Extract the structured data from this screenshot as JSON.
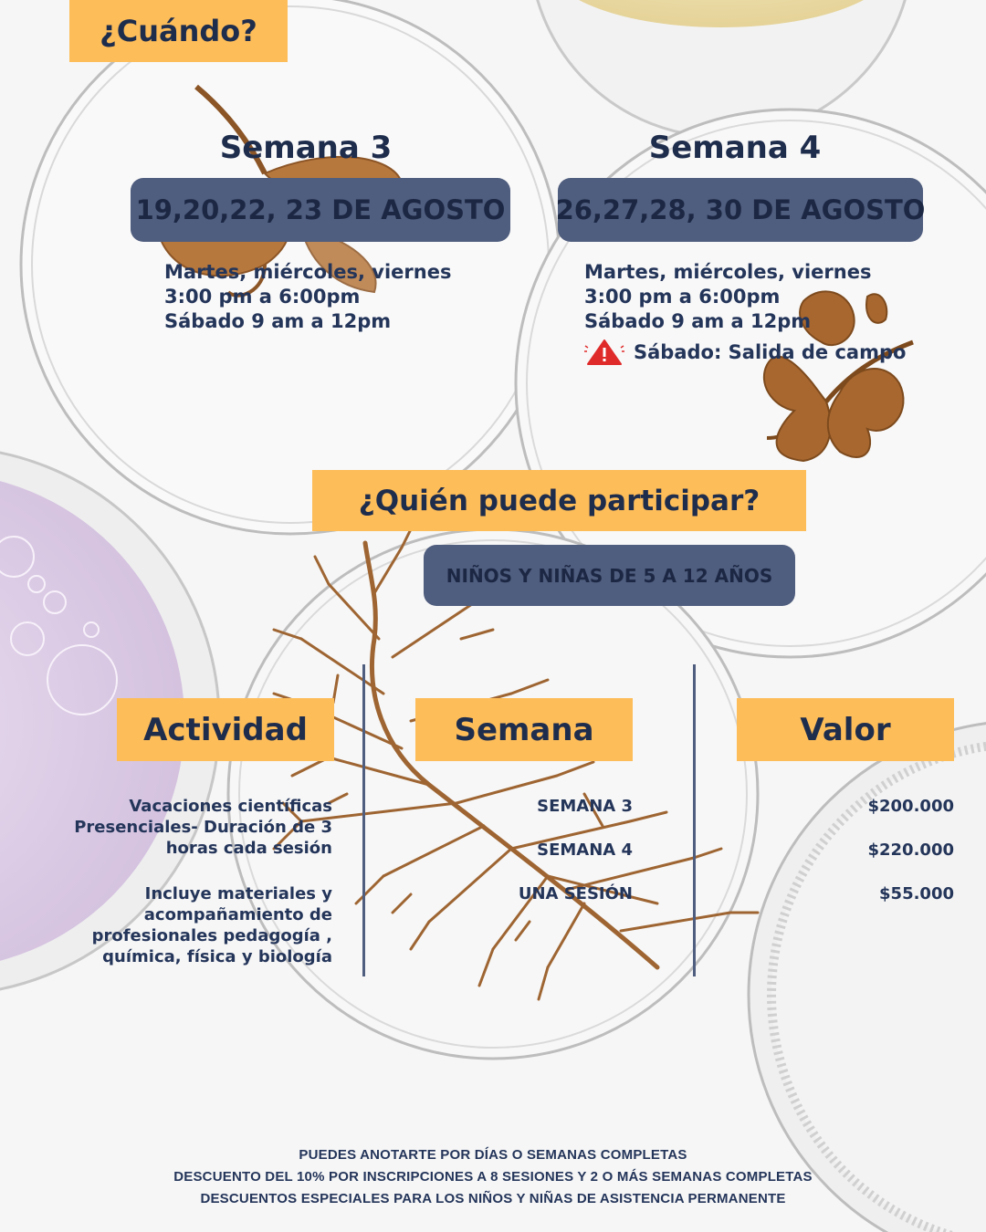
{
  "header": {
    "title": "¿Cuándo?"
  },
  "weeks": [
    {
      "title": "Semana 3",
      "dates": "19,20,22, 23 DE AGOSTO",
      "lines": [
        "Martes, miércoles, viernes",
        "3:00 pm a 6:00pm",
        "Sábado 9 am a 12pm"
      ]
    },
    {
      "title": "Semana 4",
      "dates": "26,27,28, 30 DE AGOSTO",
      "lines": [
        "Martes, miércoles, viernes",
        "3:00 pm a 6:00pm",
        "Sábado 9 am a 12pm"
      ],
      "warning": "Sábado: Salida de campo",
      "warning_icon": "warning-icon"
    }
  ],
  "participants": {
    "title": "¿Quién puede participar?",
    "ages": "NIÑOS Y NIÑAS DE 5 A 12 AÑOS"
  },
  "table": {
    "headers": [
      "Actividad",
      "Semana",
      "Valor"
    ],
    "activity_desc": [
      "Vacaciones científicas",
      "Presenciales- Duración de 3",
      "horas cada sesión"
    ],
    "activity_includes": [
      "Incluye materiales y",
      "acompañamiento de",
      "profesionales pedagogía ,",
      "química, física y biología"
    ],
    "rows": [
      {
        "week": "SEMANA 3",
        "value": "$200.000"
      },
      {
        "week": "SEMANA 4",
        "value": "$220.000"
      },
      {
        "week": "UNA SESIÓN",
        "value": "$55.000"
      }
    ]
  },
  "footer": {
    "lines": [
      "PUEDES ANOTARTE POR DÍAS O SEMANAS COMPLETAS",
      "DESCUENTO DEL 10% POR INSCRIPCIONES A 8 SESIONES Y 2 O MÁS SEMANAS COMPLETAS",
      "DESCUENTOS ESPECIALES PARA LOS NIÑOS Y NIÑAS DE ASISTENCIA PERMANENTE"
    ]
  },
  "colors": {
    "accent_yellow": "#fdbd59",
    "pill_blue": "#4f5d7e",
    "navy_text": "#1f2d4d",
    "plant_brown": "#a86a32",
    "warning_red": "#e02b2b"
  }
}
